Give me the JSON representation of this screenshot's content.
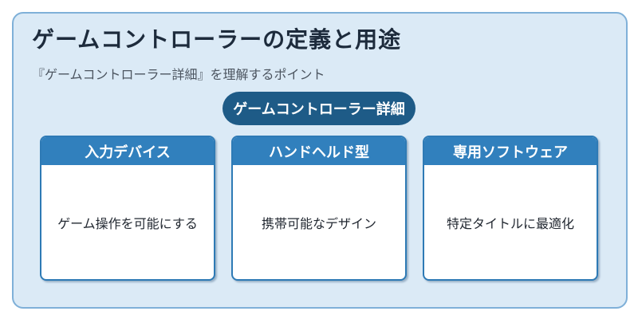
{
  "title": "ゲームコントローラーの定義と用途",
  "subtitle": "『ゲームコントローラー詳細』を理解するポイント",
  "hub": {
    "label": "ゲームコントローラー詳細"
  },
  "cards": [
    {
      "header": "入力デバイス",
      "body": "ゲーム操作を可能にする"
    },
    {
      "header": "ハンドヘルド型",
      "body": "携帯可能なデザイン"
    },
    {
      "header": "専用ソフトウェア",
      "body": "特定タイトルに最適化"
    }
  ],
  "colors": {
    "panel_background": "#dbeaf6",
    "panel_border": "#7fb0d8",
    "hub_fill": "#1e5b87",
    "card_header": "#3180bd",
    "card_border": "#2e7ab5"
  }
}
